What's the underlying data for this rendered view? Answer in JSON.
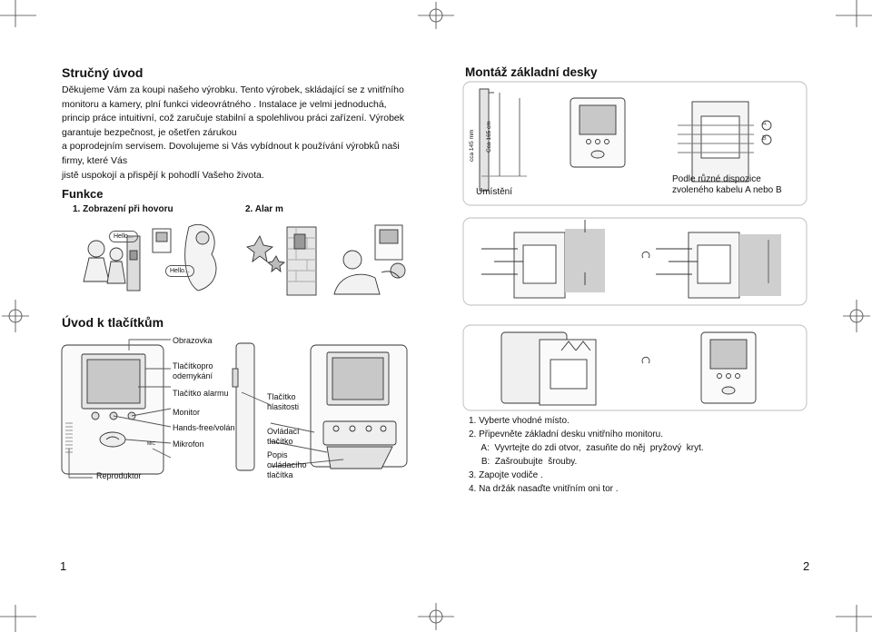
{
  "left": {
    "intro": {
      "title": "Stručný úvod",
      "lines": [
        "Děkujeme Vám za koupi našeho výrobku. Tento výrobek, skládající se z vnitřního",
        "monitoru a kamery, plní funkci videovrátného . Instalace je velmi jednoduchá,",
        "princip práce intuitivní, což zaručuje stabilní a spolehlivou práci zařízení. Výrobek",
        "garantuje bezpečnost, je ošetřen zárukou",
        "a poprodejním servisem. Dovolujeme si Vás vybídnout k používání výrobků naši",
        "firmy, které Vás",
        "jistě uspokojí a přispějí k pohodlí Vašeho života."
      ]
    },
    "funkce": {
      "title": "Funkce",
      "item1": "1. Zobrazení  při  hovoru",
      "item2": "2. Alar m",
      "bubble1": "Hello...",
      "bubble2": "Hello..."
    },
    "buttons": {
      "title": "Úvod k  tlačítkům",
      "labels": {
        "screen": "Obrazovka",
        "unlock": "Tlačítkopro\nodemykání",
        "alarm": "Tlačítko  alarmu",
        "monitor": "Monitor",
        "handsfree": "Hands-free/volán",
        "mic": "Mikrofon",
        "speaker": "Reproduktor",
        "volume": "Tlačítko\nhlasitosti",
        "control": "Ovládací\ntlačítko",
        "desc": "Popis\novládacího\ntlačítka"
      },
      "mic_tag": "MIC"
    },
    "page_number": "1"
  },
  "right": {
    "mount": {
      "title": "Montáž  základní  desky",
      "dim1": "cca 145 mm",
      "dim2": "Cca 165 cm",
      "location": "Umístění",
      "cable_note": "Podle různé dispozice\nzvoleného kabelu A nebo B",
      "marker_a": "A",
      "marker_b": "B"
    },
    "steps": [
      "1.  Vyberte vhodné  místo.",
      "2.  Připevněte  základní desku vnitřního monitoru.",
      "     A:  Vyvrtejte do zdi otvor,  zasuňte do něj  pryžový  kryt.",
      "     B:  Zašroubujte  šrouby.",
      "3.  Zapojte vodiče .",
      "4.  Na držák nasaďte vnitřním oni tor ."
    ],
    "page_number": "2"
  },
  "colors": {
    "text": "#111111",
    "line": "#333333",
    "light_gray": "#d9d9d9",
    "mid_gray": "#a6a6a6",
    "screen": "#c8c8c8"
  }
}
